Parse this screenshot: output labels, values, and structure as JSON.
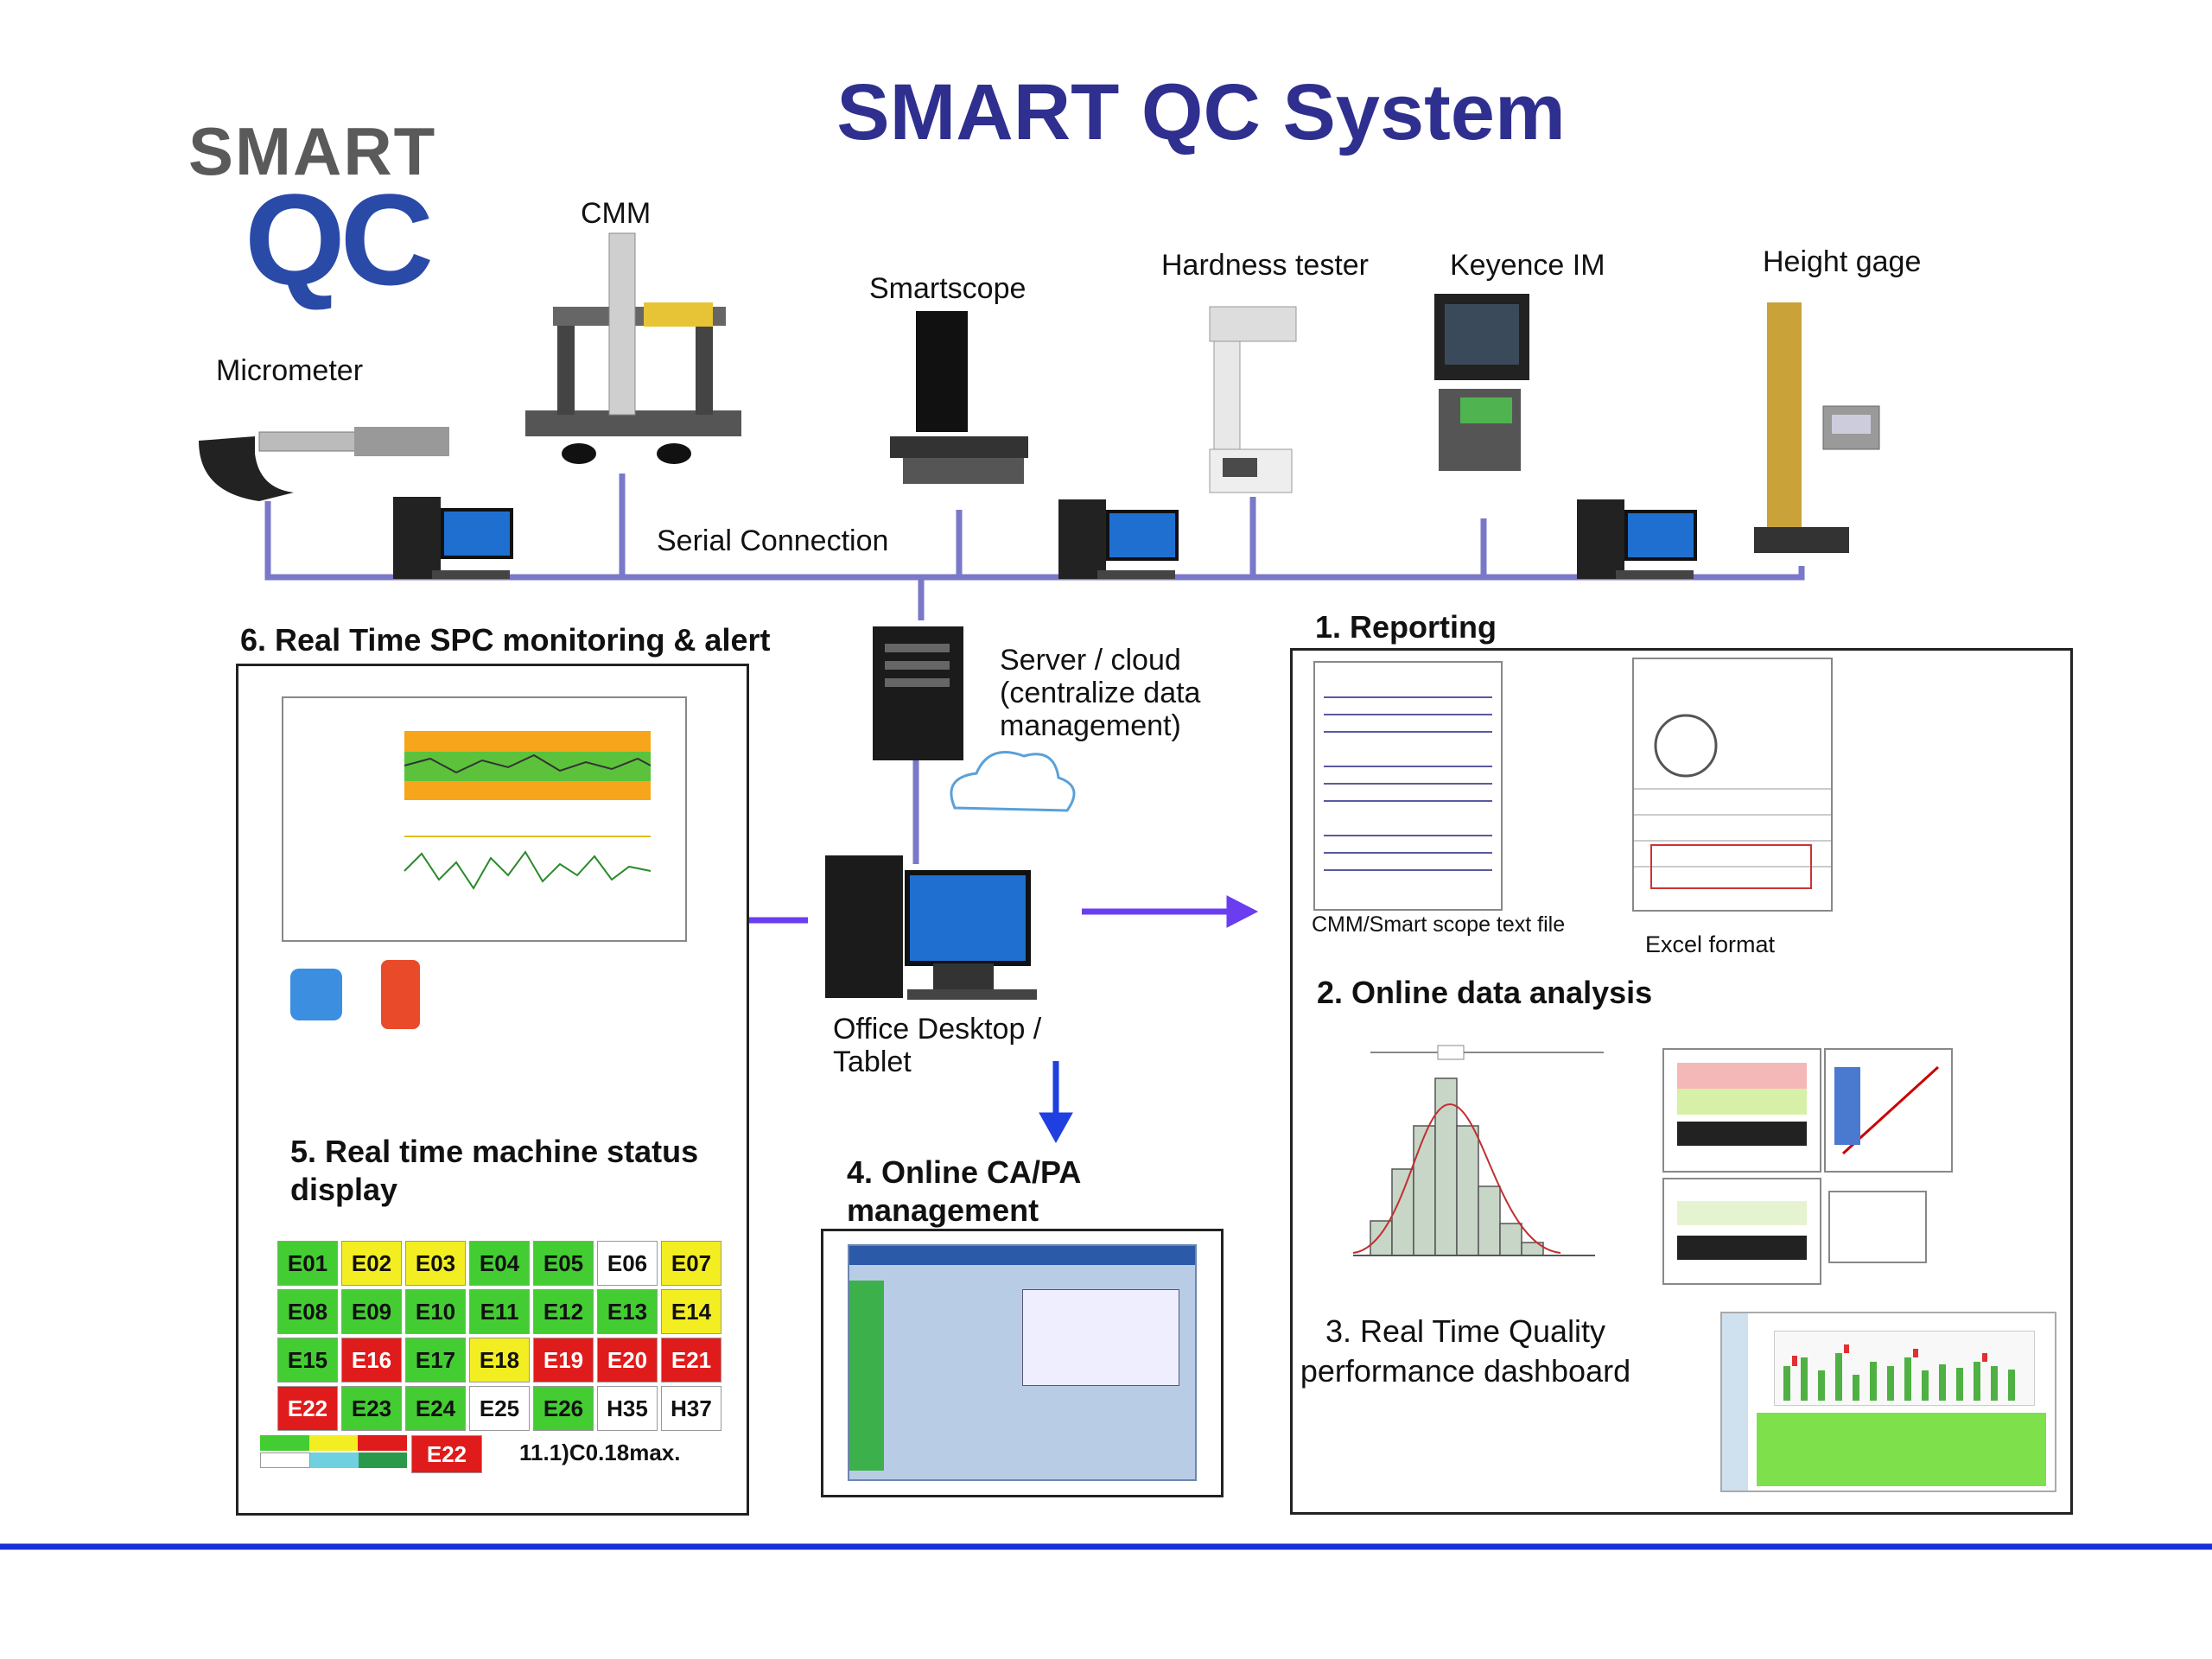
{
  "title": "SMART QC System",
  "logo": {
    "line1": "SMART",
    "line2": "QC"
  },
  "devices": [
    {
      "id": "micrometer",
      "label": "Micrometer"
    },
    {
      "id": "cmm",
      "label": "CMM"
    },
    {
      "id": "smartscope",
      "label": "Smartscope"
    },
    {
      "id": "hardness",
      "label": "Hardness tester"
    },
    {
      "id": "keyence",
      "label": "Keyence IM"
    },
    {
      "id": "height",
      "label": "Height gage"
    }
  ],
  "serial_connection": "Serial Connection",
  "server_label": "Server / cloud (centralize data management)",
  "office_label": "Office Desktop / Tablet",
  "sections": {
    "reporting": "1. Reporting",
    "analysis": "2. Online data analysis",
    "dashboard": "3. Real Time Quality performance dashboard",
    "capa": "4. Online CA/PA management",
    "status": "5. Real time machine status display",
    "spc": "6. Real Time SPC monitoring & alert"
  },
  "reporting_captions": {
    "text_file": "CMM/Smart scope text file",
    "excel": "Excel format"
  },
  "status_grid": [
    {
      "id": "E01",
      "c": "g"
    },
    {
      "id": "E02",
      "c": "y"
    },
    {
      "id": "E03",
      "c": "y"
    },
    {
      "id": "E04",
      "c": "g"
    },
    {
      "id": "E05",
      "c": "g"
    },
    {
      "id": "E06",
      "c": "w"
    },
    {
      "id": "E07",
      "c": "y"
    },
    {
      "id": "E08",
      "c": "g"
    },
    {
      "id": "E09",
      "c": "g"
    },
    {
      "id": "E10",
      "c": "g"
    },
    {
      "id": "E11",
      "c": "g"
    },
    {
      "id": "E12",
      "c": "g"
    },
    {
      "id": "E13",
      "c": "g"
    },
    {
      "id": "E14",
      "c": "y"
    },
    {
      "id": "E15",
      "c": "g"
    },
    {
      "id": "E16",
      "c": "r"
    },
    {
      "id": "E17",
      "c": "g"
    },
    {
      "id": "E18",
      "c": "y"
    },
    {
      "id": "E19",
      "c": "r"
    },
    {
      "id": "E20",
      "c": "r"
    },
    {
      "id": "E21",
      "c": "r"
    },
    {
      "id": "E22",
      "c": "r"
    },
    {
      "id": "E23",
      "c": "g"
    },
    {
      "id": "E24",
      "c": "g"
    },
    {
      "id": "E25",
      "c": "w"
    },
    {
      "id": "E26",
      "c": "g"
    },
    {
      "id": "H35",
      "c": "w"
    },
    {
      "id": "H37",
      "c": "w"
    }
  ],
  "status_footer": {
    "cell": "E22",
    "note": "11.1)C0.18max."
  },
  "colors": {
    "title": "#2f2f8f",
    "arrow": "#6a3df0",
    "arrow_down": "#1f3fe0",
    "bus": "#7a78c8",
    "bottom_line": "#1b2fd6"
  }
}
